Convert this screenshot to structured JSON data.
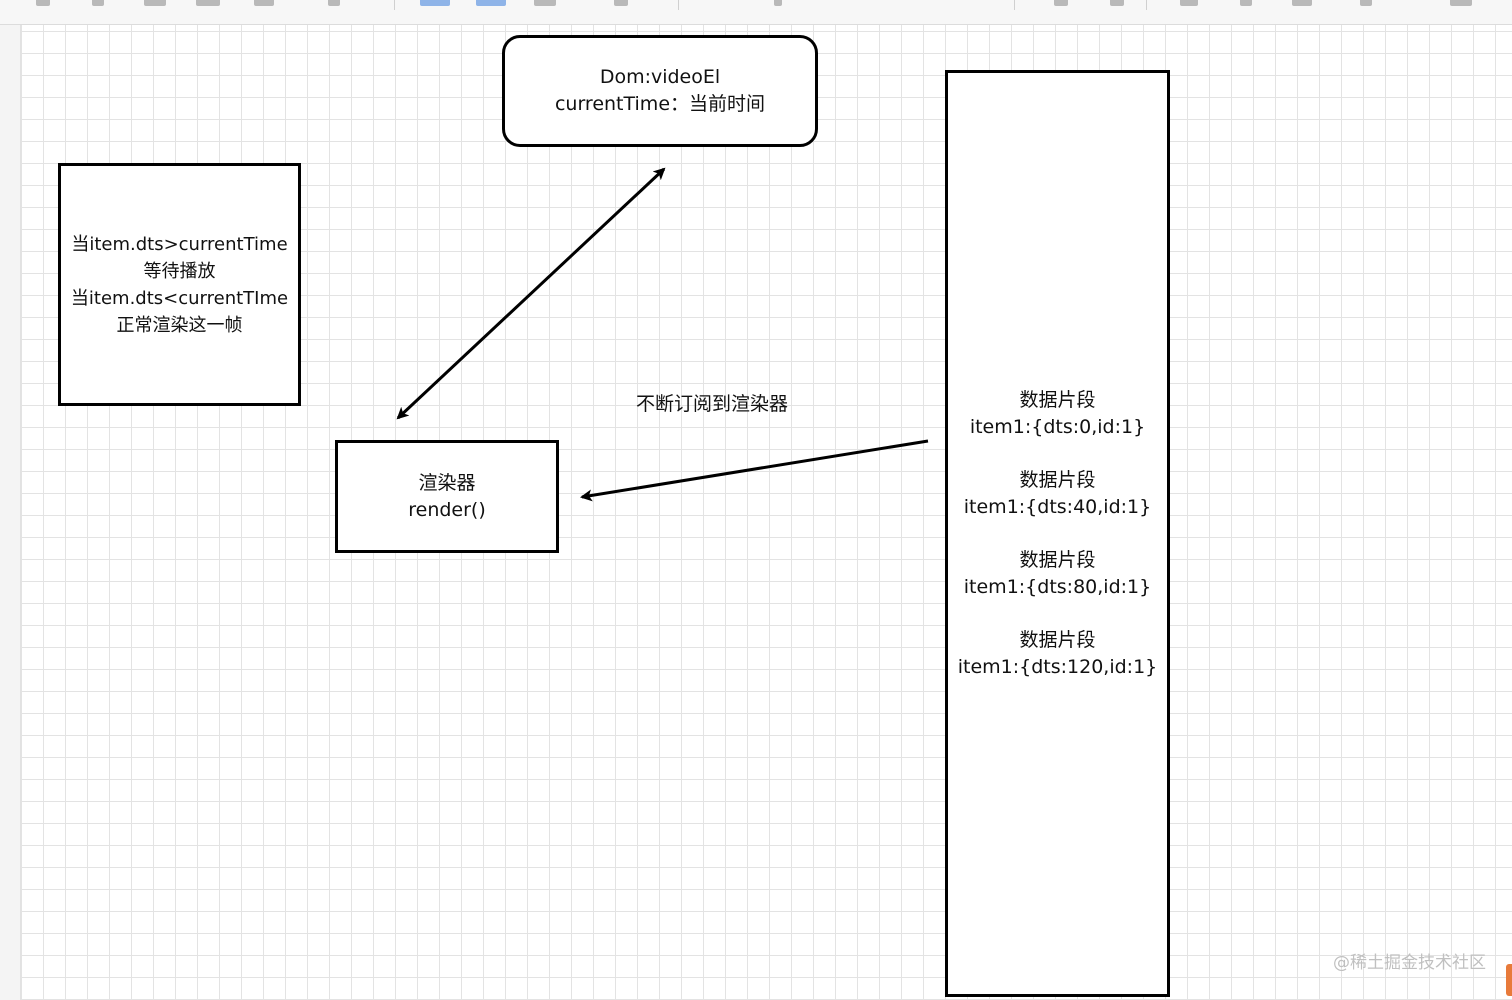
{
  "nodes": {
    "video": {
      "lines": [
        "Dom:videoEl",
        "currentTime：当前时间"
      ]
    },
    "condition": {
      "lines": [
        "当item.dts>currentTime",
        "等待播放",
        "当item.dts<currentTIme",
        "正常渲染这一帧"
      ]
    },
    "renderer": {
      "lines": [
        "渲染器",
        "render()"
      ]
    },
    "data_store": {
      "segments": [
        {
          "title": "数据片段",
          "value": "item1:{dts:0,id:1}"
        },
        {
          "title": "数据片段",
          "value": "item1:{dts:40,id:1}"
        },
        {
          "title": "数据片段",
          "value": "item1:{dts:80,id:1}"
        },
        {
          "title": "数据片段",
          "value": "item1:{dts:120,id:1}"
        }
      ]
    }
  },
  "edges": {
    "renderer_video": {
      "direction": "bidirectional"
    },
    "data_to_renderer": {
      "label": "不断订阅到渲染器",
      "direction": "to-renderer"
    }
  },
  "watermark": "@稀土掘金技术社区",
  "colors": {
    "stroke": "#000000",
    "grid": "#e3e3e3",
    "canvas": "#ffffff"
  }
}
